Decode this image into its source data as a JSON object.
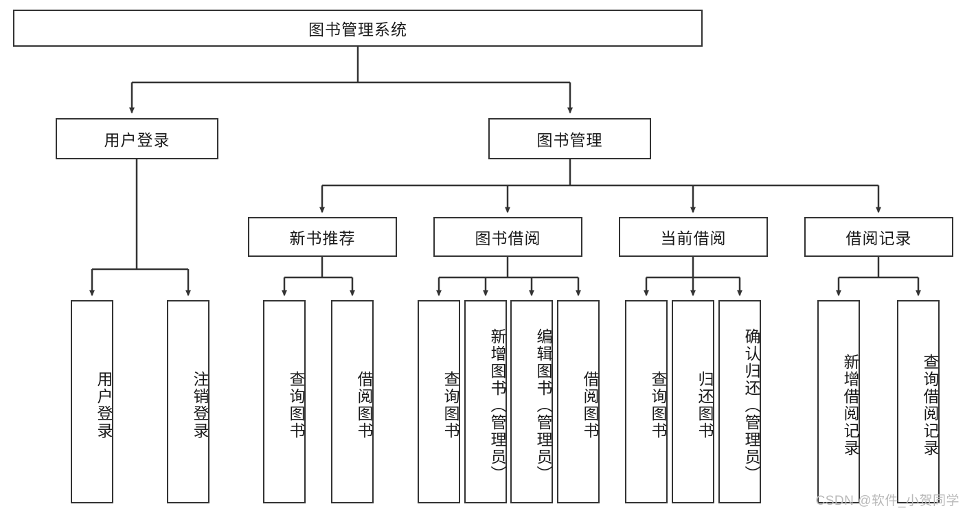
{
  "diagram": {
    "title": "图书管理系统",
    "type": "tree-hierarchy",
    "root": {
      "label": "图书管理系统"
    },
    "level2": [
      {
        "label": "用户登录"
      },
      {
        "label": "图书管理"
      }
    ],
    "level3": [
      {
        "label": "新书推荐"
      },
      {
        "label": "图书借阅"
      },
      {
        "label": "当前借阅"
      },
      {
        "label": "借阅记录"
      }
    ],
    "leaves": {
      "user_login": [
        {
          "label": "用户登录"
        },
        {
          "label": "注销登录"
        }
      ],
      "new_book_recommend": [
        {
          "label": "查询图书"
        },
        {
          "label": "借阅图书"
        }
      ],
      "book_borrow": [
        {
          "label": "查询图书"
        },
        {
          "label": "新增图书（管理员）"
        },
        {
          "label": "编辑图书（管理员）"
        },
        {
          "label": "借阅图书"
        }
      ],
      "current_borrow": [
        {
          "label": "查询图书"
        },
        {
          "label": "归还图书"
        },
        {
          "label": "确认归还（管理员）"
        }
      ],
      "borrow_record": [
        {
          "label": "新增借阅记录"
        },
        {
          "label": "查询借阅记录"
        }
      ]
    }
  },
  "watermark": {
    "text": "CSDN @软件_小贺同学"
  },
  "colors": {
    "border": "#333333",
    "background": "#ffffff",
    "text": "#1a1a1a",
    "watermark": "#b9b9b9"
  }
}
